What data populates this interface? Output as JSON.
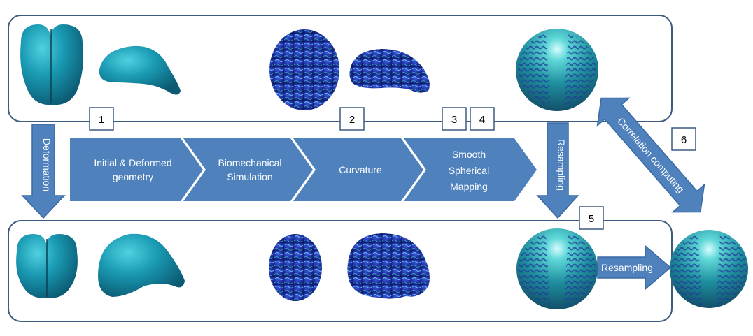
{
  "pipeline": {
    "steps": [
      {
        "lines": [
          "Initial & Deformed",
          "geometry"
        ]
      },
      {
        "lines": [
          "Biomechanical",
          "Simulation"
        ]
      },
      {
        "lines": [
          "Curvature"
        ]
      },
      {
        "lines": [
          "Smooth",
          "Spherical",
          "Mapping"
        ]
      }
    ]
  },
  "arrows": {
    "deformation": "Deformation",
    "resampling_vertical": "Resampling",
    "resampling_horizontal": "Resampling",
    "correlation": "Correlation computing"
  },
  "markers": [
    "1",
    "2",
    "3",
    "4",
    "5",
    "6"
  ],
  "colors": {
    "panel_border": "#3d5a80",
    "arrow_fill": "#4f81bd",
    "arrow_stroke": "#3a6aa3",
    "chevron_fill": "#4f81bd",
    "brain_smooth": "#1a8ea6",
    "brain_folded": "#1c2f9e",
    "sphere": "#2aa7b0",
    "label_text": "#ffffff",
    "marker_text": "#000000"
  }
}
